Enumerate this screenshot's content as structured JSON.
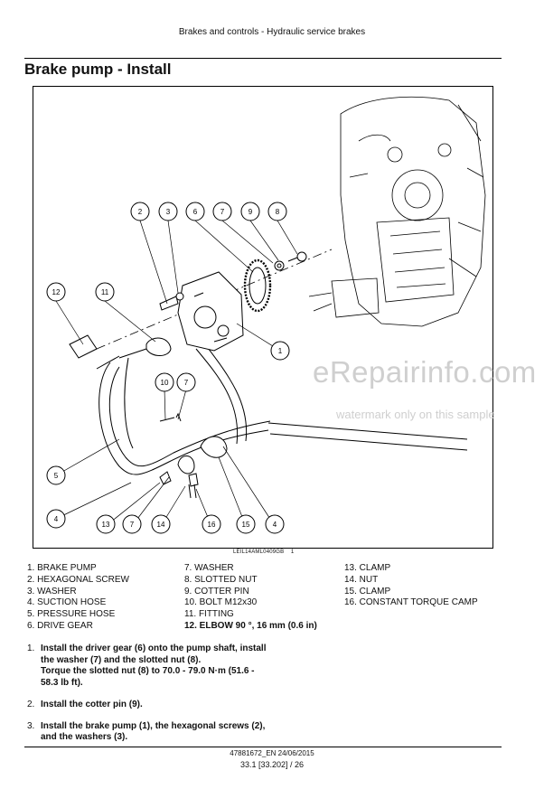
{
  "header": "Brakes and controls - Hydraulic service brakes",
  "title": "Brake pump - Install",
  "figure": {
    "code": "LEIL14AML0409GB",
    "code_suffix": "1",
    "callouts": [
      "1",
      "2",
      "3",
      "4",
      "4",
      "5",
      "6",
      "7",
      "7",
      "7",
      "8",
      "9",
      "10",
      "11",
      "12",
      "13",
      "14",
      "15",
      "16"
    ],
    "watermark": "eRepairinfo.com",
    "watermark_note": "watermark only on this sample"
  },
  "legend": {
    "col1": [
      "1. BRAKE PUMP",
      "2. HEXAGONAL SCREW",
      "3. WASHER",
      "4. SUCTION HOSE",
      "5. PRESSURE HOSE",
      "6. DRIVE GEAR"
    ],
    "col2": [
      "7. WASHER",
      "8. SLOTTED NUT",
      "9. COTTER PIN",
      "10. BOLT M12x30",
      "11. FITTING",
      "12. ELBOW 90 °, 16 mm (0.6 in)"
    ],
    "col3": [
      "13. CLAMP",
      "14. NUT",
      "15. CLAMP",
      "16. CONSTANT TORQUE CAMP"
    ]
  },
  "steps": [
    {
      "num": "1.",
      "lines": [
        "Install the driver gear (6) onto the pump shaft, install",
        "the washer (7) and the slotted nut (8).",
        "Torque the slotted nut (8) to 70.0 - 79.0 N·m (51.6 -",
        "58.3 lb ft)."
      ]
    },
    {
      "num": "2.",
      "lines": [
        "Install the cotter pin (9)."
      ]
    },
    {
      "num": "3.",
      "lines": [
        "Install the brake pump (1), the hexagonal screws (2),",
        "and the washers (3)."
      ]
    }
  ],
  "footer": {
    "doc": "47881672_EN 24/06/2015",
    "page": "33.1 [33.202] / 26"
  }
}
